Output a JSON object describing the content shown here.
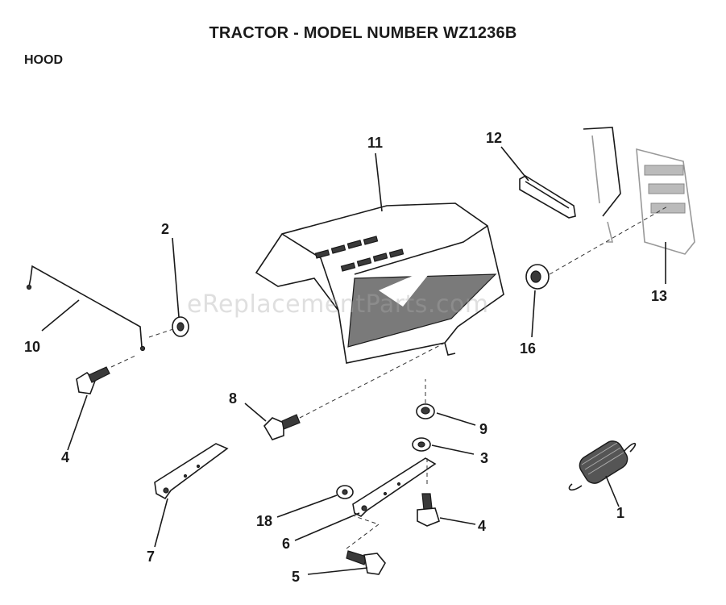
{
  "title": "TRACTOR  - MODEL NUMBER WZ1236B",
  "section": "HOOD",
  "watermark": "eReplacementParts.com",
  "callouts": {
    "c1": "1",
    "c2": "2",
    "c3": "3",
    "c4a": "4",
    "c4b": "4",
    "c5": "5",
    "c6": "6",
    "c7": "7",
    "c8": "8",
    "c9": "9",
    "c10": "10",
    "c11": "11",
    "c12": "12",
    "c13": "13",
    "c16": "16",
    "c18": "18"
  }
}
